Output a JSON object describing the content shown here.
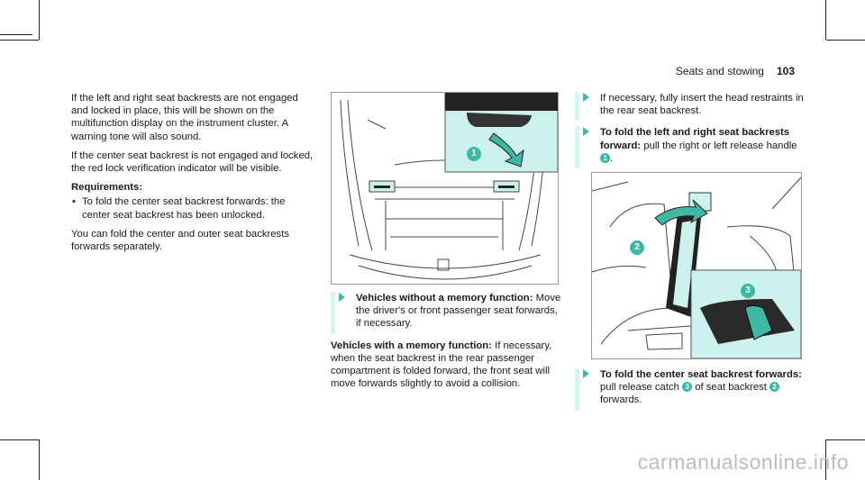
{
  "header": {
    "section": "Seats and stowing",
    "page": "103"
  },
  "left": {
    "p1": "If the left and right seat backrests are not engaged and locked in place, this will be shown on the multifunction display on the instrument cluster. A warning tone will also sound.",
    "p2": "If the center seat backrest is not engaged and locked, the red lock verification indicator will be visible.",
    "req_title": "Requirements:",
    "req_item": "To fold the center seat backrest forwards: the center seat backrest has been unlocked.",
    "p3": "You can fold the center and outer seat backrests forwards separately."
  },
  "middle": {
    "step1_bold": "Vehicles without a memory function:",
    "step1_text": "Move the driver's or front passenger seat forwards, if necessary.",
    "p_bold": "Vehicles with a memory function:",
    "p_text": "If necessary, when the seat backrest in the rear passenger compartment is folded forward, the front seat will move forwards slightly to avoid a collision.",
    "fig_callout": "1"
  },
  "right": {
    "step1_text": "If necessary, fully insert the head restraints in the rear seat backrest.",
    "step2_bold": "To fold the left and right seat backrests forward:",
    "step2_text_a": "pull the right or left release handle",
    "step2_num": "1",
    "step3_bold": "To fold the center seat backrest forwards:",
    "step3_text_a": "pull release catch",
    "step3_num_a": "3",
    "step3_text_b": "of seat backrest",
    "step3_num_b": "2",
    "step3_text_c": "forwards.",
    "fig_callout_2": "2",
    "fig_callout_3": "3"
  },
  "watermark": "carmanualsonline.info",
  "colors": {
    "accent": "#3fb7a6",
    "highlight": "#cdf1ec",
    "bar": "#d6f4f0"
  }
}
